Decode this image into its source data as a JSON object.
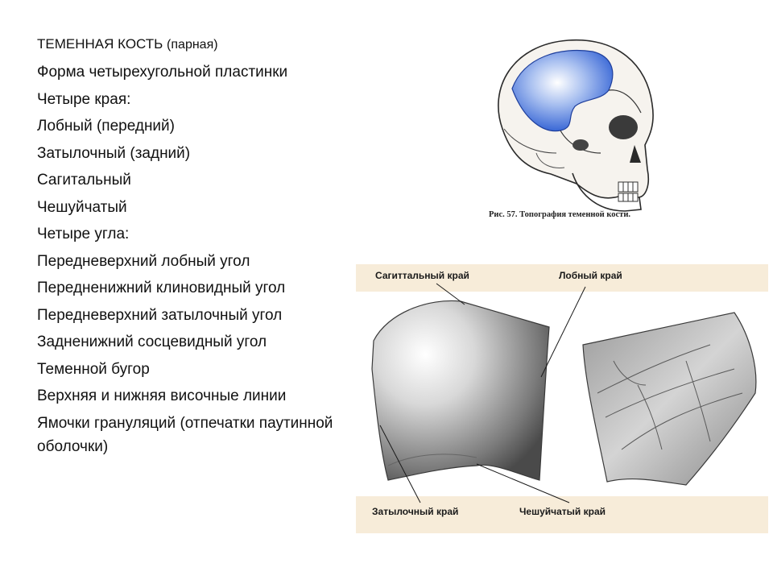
{
  "left_text": {
    "heading": "ТЕМЕННАЯ КОСТЬ",
    "heading_note": "(парная)",
    "lines": [
      "Форма четырехугольной пластинки",
      "Четыре края:",
      "Лобный (передний)",
      "Затылочный (задний)",
      "Сагитальный",
      "Чешуйчатый",
      "Четыре угла:",
      "Передневерхний лобный угол",
      "Передненижний клиновидный угол",
      "Передневерхний затылочный угол",
      "Задненижний сосцевидный угол",
      "Теменной бугор",
      "Верхняя и нижняя височные линии",
      "Ямочки грануляций (отпечатки паутинной оболочки)"
    ]
  },
  "skull_figure": {
    "caption": "Рис. 57. Топография теменной кости.",
    "highlight_color": "#4a78d8"
  },
  "bone_figure": {
    "labels": {
      "sagittal": "Сагиттальный край",
      "frontal": "Лобный край",
      "occipital": "Затылочный край",
      "squamous": "Чешуйчатый край"
    },
    "band_color": "#f7ecd9"
  }
}
